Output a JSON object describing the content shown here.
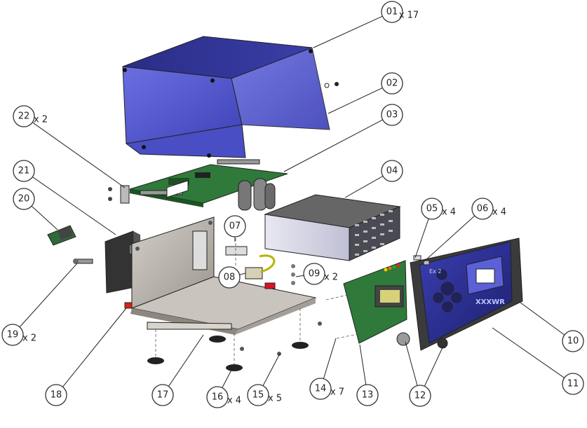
{
  "callouts": [
    {
      "id": "01",
      "qty": "x 17"
    },
    {
      "id": "02",
      "qty": ""
    },
    {
      "id": "03",
      "qty": ""
    },
    {
      "id": "04",
      "qty": ""
    },
    {
      "id": "05",
      "qty": "x 4"
    },
    {
      "id": "06",
      "qty": "x 4"
    },
    {
      "id": "07",
      "qty": ""
    },
    {
      "id": "08",
      "qty": ""
    },
    {
      "id": "09",
      "qty": "x 2"
    },
    {
      "id": "10",
      "qty": ""
    },
    {
      "id": "11",
      "qty": ""
    },
    {
      "id": "12",
      "qty": ""
    },
    {
      "id": "13",
      "qty": ""
    },
    {
      "id": "14",
      "qty": "x 7"
    },
    {
      "id": "15",
      "qty": "x 5"
    },
    {
      "id": "16",
      "qty": "x 4"
    },
    {
      "id": "17",
      "qty": ""
    },
    {
      "id": "18",
      "qty": ""
    },
    {
      "id": "19",
      "qty": "x 2"
    },
    {
      "id": "20",
      "qty": ""
    },
    {
      "id": "21",
      "qty": ""
    },
    {
      "id": "22",
      "qty": "x 2"
    }
  ],
  "panel_text": {
    "brand": "XXXWR",
    "model": "Ex 2"
  },
  "colors": {
    "cover": "#5b5fd6",
    "front_panel": "#2b2f8f",
    "pcb": "#2f7a3a",
    "chassis": "#b9b4ad",
    "psu": "#d6d6e6",
    "balloon_stroke": "#333333"
  }
}
